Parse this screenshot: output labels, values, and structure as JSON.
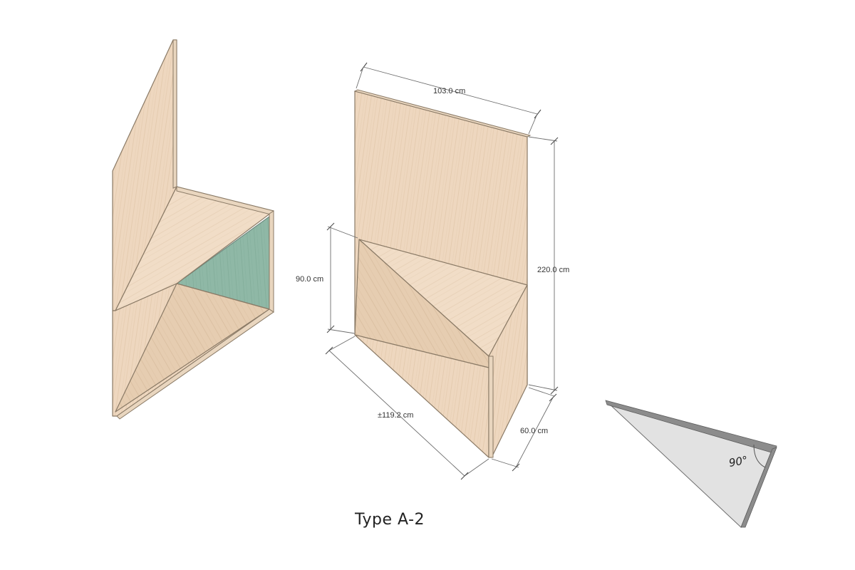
{
  "caption": "Type A-2",
  "dimensions": {
    "width": "103.0 cm",
    "height": "220.0 cm",
    "seat_height": "90.0 cm",
    "diagonal": "±119.2 cm",
    "depth": "60.0 cm"
  },
  "angle_label": "90°",
  "colors": {
    "wood": "#eed7bf",
    "wood_shadow": "#e3c9ad",
    "teal_panel": "#8fb8a6",
    "angle_triangle": "#e2e2e2",
    "angle_edge": "#8c8c8c"
  }
}
